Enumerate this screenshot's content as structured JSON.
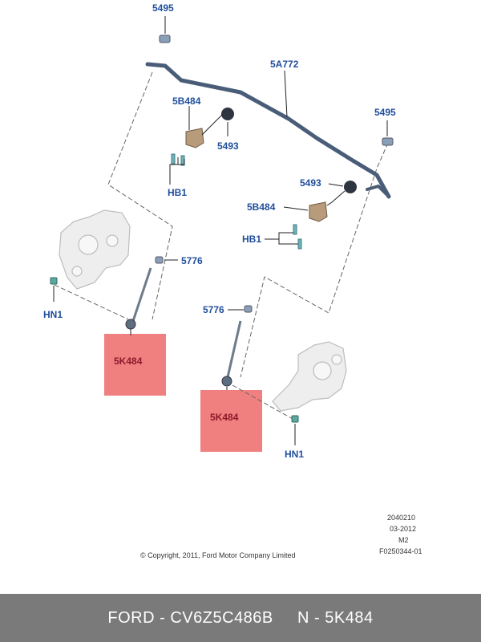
{
  "labels": {
    "nut_top_left": "5495",
    "stabilizer_bar": "5A772",
    "bushing_left": "5B484",
    "bushing_small_left": "5493",
    "bolts_left": "HB1",
    "nut_right": "5495",
    "bushing_small_right": "5493",
    "bushing_right": "5B484",
    "bolts_right": "HB1",
    "stud_left": "5776",
    "hex_nut_left": "HN1",
    "link_left": "5K484",
    "stud_right": "5776",
    "link_right": "5K484",
    "hex_nut_right": "HN1"
  },
  "meta": {
    "line1": "2040210",
    "line2": "03-2012",
    "line3": "M2",
    "line4": "F0250344-01"
  },
  "copyright": "© Copyright, 2011, Ford Motor Company Limited",
  "footer": {
    "text": "FORD - CV6Z5C486B     N - 5K484"
  },
  "colors": {
    "callout_text": "#1f4e9c",
    "highlight_fill": "#f08080",
    "highlight_text": "#8b1a2b",
    "footer_background": "#7a7a7a",
    "footer_text": "#ffffff"
  }
}
